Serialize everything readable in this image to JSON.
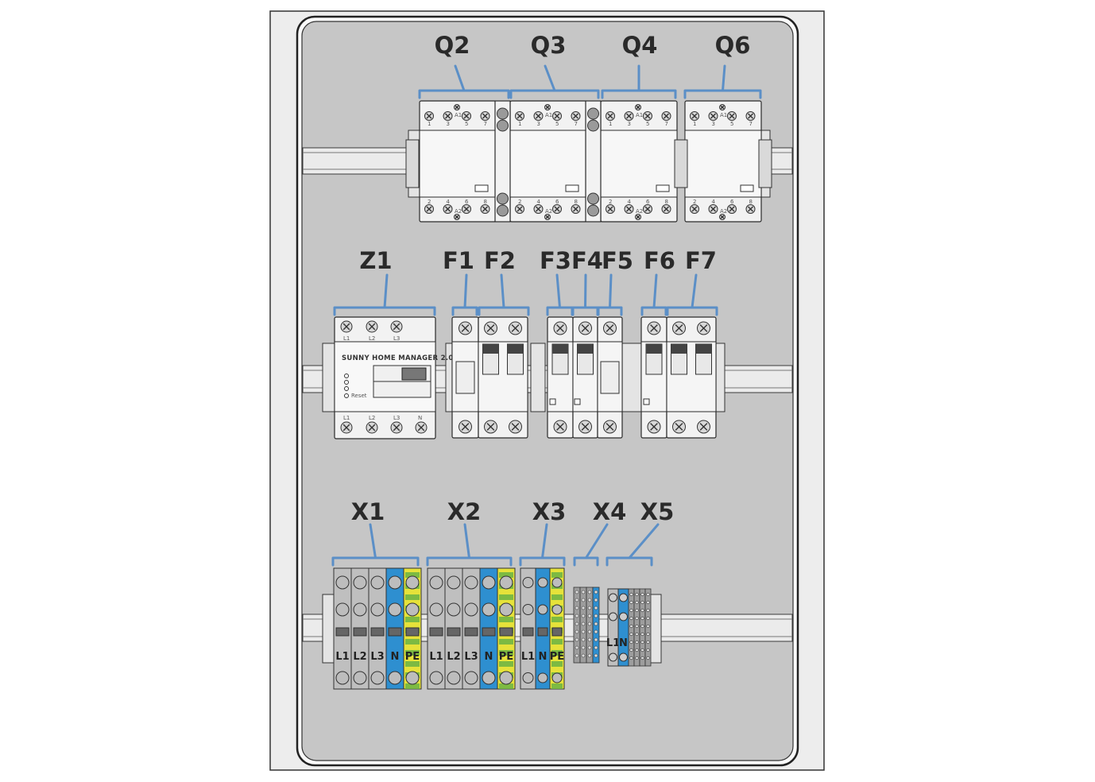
{
  "rows": [
    {
      "id": "contactors",
      "labels": [
        "Q2",
        "Q3",
        "Q4",
        "Q6"
      ]
    },
    {
      "id": "protection",
      "labels": [
        "Z1",
        "F1",
        "F2",
        "F3",
        "F4",
        "F5",
        "F6",
        "F7"
      ]
    },
    {
      "id": "terminals",
      "labels": [
        "X1",
        "X2",
        "X3",
        "X4",
        "X5"
      ]
    }
  ],
  "contactor_terminals": {
    "top": [
      "1",
      "3",
      "5",
      "7"
    ],
    "bottom": [
      "2",
      "4",
      "6",
      "8"
    ],
    "coil_top": "A1",
    "coil_bottom": "A2"
  },
  "home_manager": {
    "name": "SUNNY HOME MANAGER 2.0",
    "top_terminals": [
      "L1",
      "L2",
      "L3"
    ],
    "bottom_terminals": [
      "L1",
      "L2",
      "L3",
      "N"
    ],
    "reset": "Reset"
  },
  "terminal_labels": {
    "X1": [
      "L1",
      "L2",
      "L3",
      "N",
      "PE"
    ],
    "X2": [
      "L1",
      "L2",
      "L3",
      "N",
      "PE"
    ],
    "X3": [
      "L1",
      "N",
      "PE"
    ],
    "X5": [
      "L1",
      "N"
    ]
  },
  "colors": {
    "brace": "#5b8fc7",
    "neutral": "#2e8fd0",
    "pe_yellow": "#e6e23a",
    "pe_green": "#6ab344",
    "panel": "#c6c6c6"
  }
}
